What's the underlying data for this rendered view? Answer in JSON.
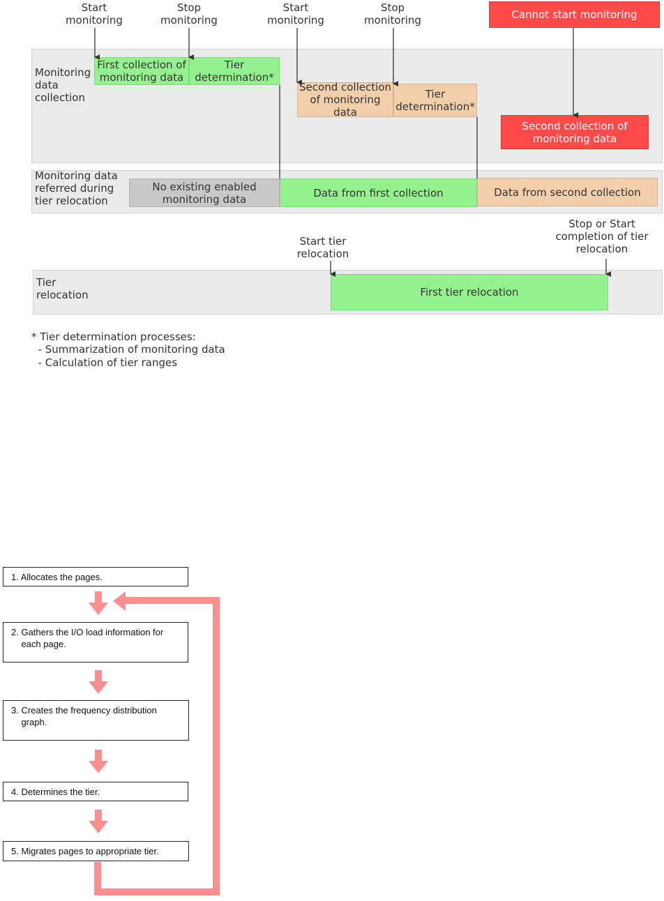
{
  "timeline": {
    "events": {
      "start_monitoring_1": "Start\nmonitoring",
      "stop_monitoring_1": "Stop\nmonitoring",
      "start_monitoring_2": "Start\nmonitoring",
      "stop_monitoring_2": "Stop\nmonitoring",
      "cannot_start": "Cannot start monitoring",
      "start_tier_relocation": "Start tier\nrelocation",
      "stop_or_start_completion": "Stop or Start\ncompletion of tier\nrelocation"
    },
    "rows": {
      "monitoring_data_collection": "Monitoring\ndata\ncollection",
      "monitoring_data_referred": "Monitoring data\nreferred during\ntier relocation",
      "tier_relocation": "Tier\nrelocation"
    },
    "boxes": {
      "first_collection": "First collection of\nmonitoring data",
      "tier_determination_1": "Tier\ndetermination*",
      "second_collection": "Second collection\nof monitoring\ndata",
      "tier_determination_2": "Tier\ndetermination*",
      "second_collection_failed": "Second collection of\nmonitoring data",
      "no_existing_data": "No existing enabled\nmonitoring data",
      "data_first_collection": "Data from first collection",
      "data_second_collection": "Data from second collection",
      "first_tier_relocation": "First tier relocation"
    },
    "footnote": {
      "title": "* Tier determination processes:",
      "items": [
        "  - Summarization of monitoring data",
        "  - Calculation of tier ranges"
      ]
    }
  },
  "flow": {
    "steps": [
      "1. Allocates the pages.",
      "2. Gathers the I/O load information for\n    each page.",
      "3. Creates the frequency distribution\n    graph.",
      "4. Determines the tier.",
      "5. Migrates pages to appropriate tier."
    ],
    "arrow_color": "#fb8f8f"
  }
}
